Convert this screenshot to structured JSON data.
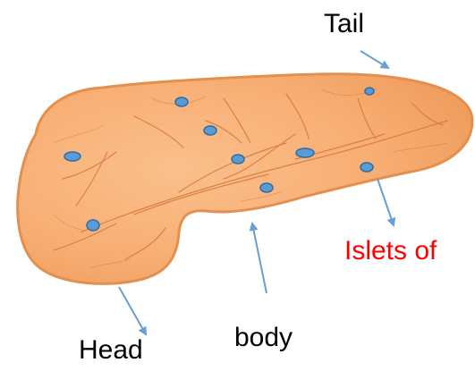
{
  "labels": {
    "tail": "Tail",
    "islets": "Islets of",
    "body": "body",
    "head": "Head"
  },
  "colors": {
    "pancreas_fill": "#f5a86a",
    "pancreas_outline": "#e59250",
    "vein": "#d9773a",
    "islet_fill": "#5b9bd5",
    "islet_stroke": "#2e6da4",
    "arrow": "#6a9fd0",
    "islets_label": "#ff0000",
    "text": "#000000"
  }
}
